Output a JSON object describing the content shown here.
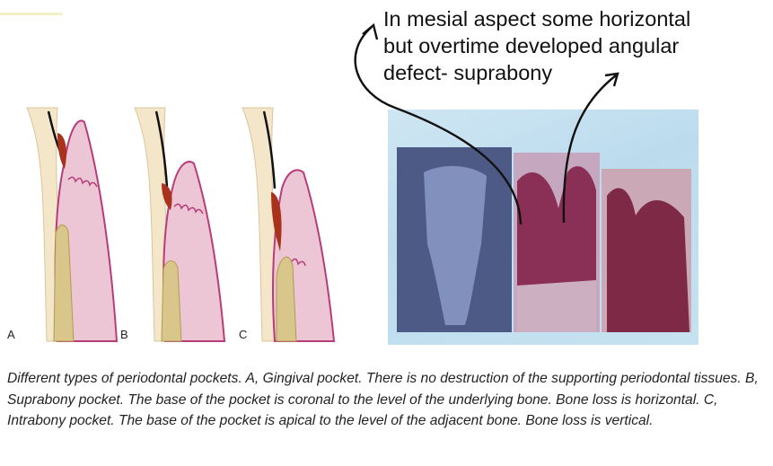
{
  "annotation": {
    "text": "In mesial aspect some horizontal\nbut overtime developed angular\ndefect- suprabony"
  },
  "panels": [
    {
      "letter": "A"
    },
    {
      "letter": "B"
    },
    {
      "letter": "C"
    }
  ],
  "caption": {
    "text": "Different types of periodontal pockets. A, Gingival pocket. There is no destruction of the supporting periodontal tissues. B, Suprabony pocket. The base of the pocket is coronal to the level of the underlying bone. Bone loss is horizontal. C, Intrabony pocket. The base of the pocket is apical to the level of the adjacent bone. Bone loss is vertical."
  },
  "colors": {
    "tooth": "#f4e6c8",
    "gingiva": "#ecc6d4",
    "gingiva_border": "#b83c7a",
    "bone": "#d9c68a",
    "calculus": "#a8321c",
    "photo_bg": "#c6e2f0"
  }
}
